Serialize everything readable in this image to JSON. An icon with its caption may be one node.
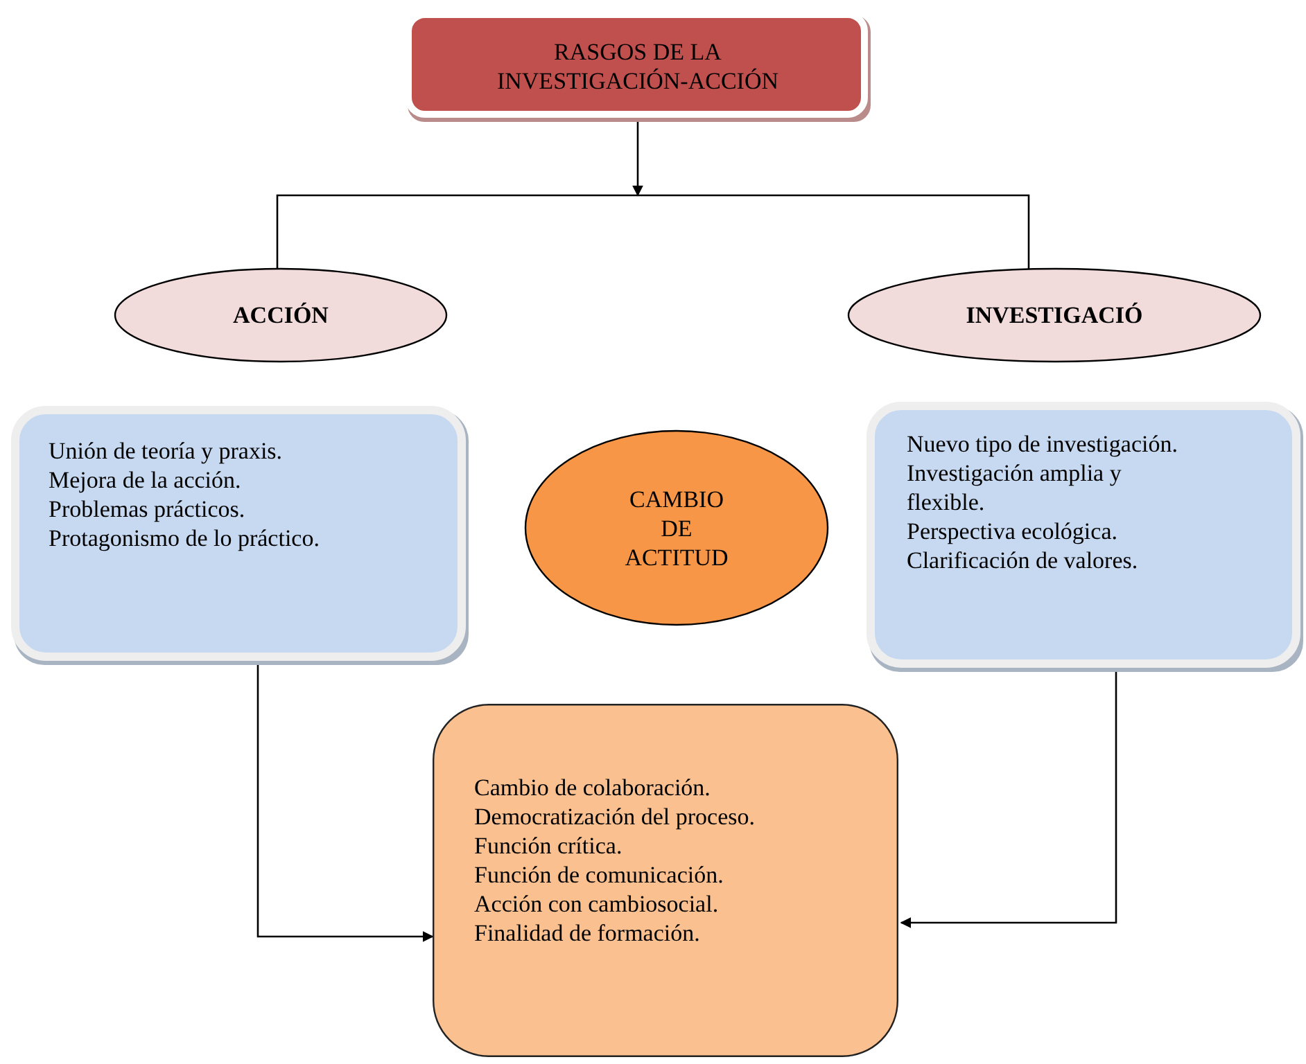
{
  "diagram": {
    "nodes": [
      {
        "text": [
          "RASGOS DE LA INVESTIGACIÓN-ACCIÓN"
        ]
      },
      {
        "text": [
          "ACCIÓN"
        ]
      },
      {
        "text": [
          "INVESTIGACIÓ"
        ]
      },
      {
        "text": [
          "Unión de teoría y praxis.",
          "Mejora de la acción.",
          "Problemas prácticos.",
          "Protagonismo de lo práctico."
        ]
      },
      {
        "text": [
          "CAMBIO DE ACTITUD"
        ]
      },
      {
        "text": [
          "Nuevo tipo de investigación.",
          "Investigación amplia y flexible.",
          "Perspectiva ecológica.",
          "Clarificación de valores."
        ]
      },
      {
        "text": [
          "Cambio de colaboración.",
          "Democratización del proceso.",
          "Función crítica.",
          "Función de comunicación.",
          "Acción con cambiosocial.",
          "Finalidad de formación."
        ]
      }
    ],
    "edges": [
      {
        "from": 0,
        "to": null,
        "arrow": "to"
      },
      {
        "from": 1,
        "to": 2,
        "arrow": "none"
      },
      {
        "from": 3,
        "to": 6,
        "arrow": "to"
      },
      {
        "from": 5,
        "to": 6,
        "arrow": "to"
      }
    ]
  }
}
